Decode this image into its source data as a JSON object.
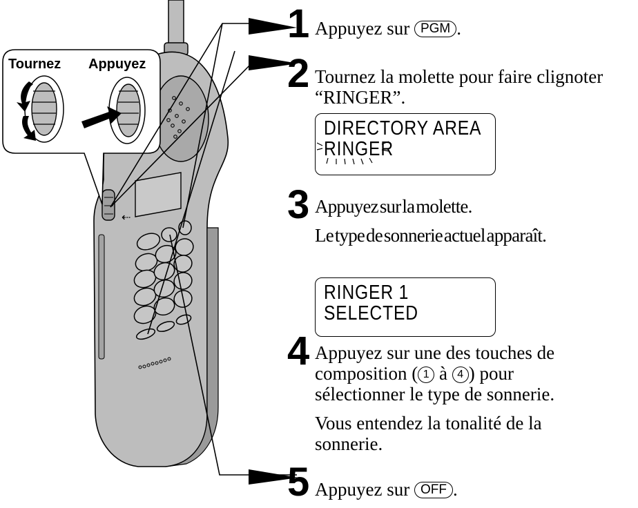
{
  "callout": {
    "left_label": "Tournez",
    "right_label": "Appuyez"
  },
  "steps": [
    {
      "number": "1",
      "pre": "Appuyez sur",
      "key": "PGM",
      "post": "."
    },
    {
      "number": "2",
      "line1": "Tournez la molette pour faire clignoter",
      "line2": "“RINGER”."
    },
    {
      "number": "3",
      "line1": "Appuyez sur la molette.",
      "line2": "Le type de sonnerie actuel apparaît."
    },
    {
      "number": "4",
      "line1": "Appuyez sur une des touches de",
      "line2_pre": "composition (",
      "digit_a": "1",
      "line2_mid": " à ",
      "digit_b": "4",
      "line2_post": ") pour",
      "line3": "sélectionner le type de sonnerie.",
      "line4": "Vous entendez la tonalité de la",
      "line5": "sonnerie."
    },
    {
      "number": "5",
      "pre": "Appuyez sur",
      "key": "OFF",
      "post": "."
    }
  ],
  "lcd1": {
    "line1": "DIRECTORY AREA",
    "line2": "RINGER"
  },
  "lcd2": {
    "line1": "RINGER 1",
    "line2": "SELECTED"
  },
  "colors": {
    "ink": "#000000",
    "phone_body": "#bdbdbd",
    "phone_shadow": "#9a9a9a"
  }
}
